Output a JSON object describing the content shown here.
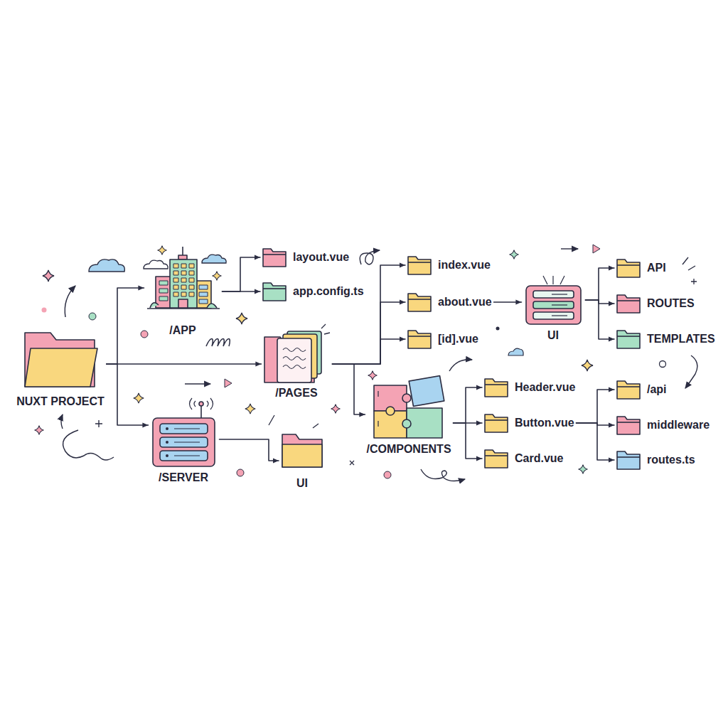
{
  "diagram": {
    "nodes": [
      {
        "text": [
          "NUXT PROJECT"
        ]
      },
      {
        "text": [
          "/APP"
        ]
      },
      {
        "text": [
          "layout.vue"
        ]
      },
      {
        "text": [
          "app.config.ts"
        ]
      },
      {
        "text": [
          "/PAGES"
        ]
      },
      {
        "text": [
          "/SERVER"
        ]
      },
      {
        "text": [
          "UI"
        ]
      },
      {
        "text": [
          "index.vue"
        ]
      },
      {
        "text": [
          "about.vue"
        ]
      },
      {
        "text": [
          "[id].vue"
        ]
      },
      {
        "text": [
          "UI"
        ]
      },
      {
        "text": [
          "API"
        ]
      },
      {
        "text": [
          "ROUTES"
        ]
      },
      {
        "text": [
          "TEMPLATES"
        ]
      },
      {
        "text": [
          "/COMPONENTS"
        ]
      },
      {
        "text": [
          "Header.vue"
        ]
      },
      {
        "text": [
          "Button.vue"
        ]
      },
      {
        "text": [
          "Card.vue"
        ]
      },
      {
        "text": [
          "/api"
        ]
      },
      {
        "text": [
          "middleware"
        ]
      },
      {
        "text": [
          "routes.ts"
        ]
      }
    ],
    "edges": [
      {
        "from": 0,
        "to": 1,
        "arrow": "to"
      },
      {
        "from": 0,
        "to": 4,
        "arrow": "to"
      },
      {
        "from": 0,
        "to": 5,
        "arrow": "to"
      },
      {
        "from": 1,
        "to": 2,
        "arrow": "to"
      },
      {
        "from": 1,
        "to": 3,
        "arrow": "to"
      },
      {
        "from": 5,
        "to": 6,
        "arrow": "to"
      },
      {
        "from": 4,
        "to": 7,
        "arrow": "to"
      },
      {
        "from": 4,
        "to": 8,
        "arrow": "to"
      },
      {
        "from": 4,
        "to": 9,
        "arrow": "to"
      },
      {
        "from": 4,
        "to": 14,
        "arrow": "to"
      },
      {
        "from": 8,
        "to": 10,
        "arrow": "to"
      },
      {
        "from": 10,
        "to": 11,
        "arrow": "to"
      },
      {
        "from": 10,
        "to": 12,
        "arrow": "to"
      },
      {
        "from": 10,
        "to": 13,
        "arrow": "to"
      },
      {
        "from": 14,
        "to": 15,
        "arrow": "to"
      },
      {
        "from": 14,
        "to": 16,
        "arrow": "to"
      },
      {
        "from": 14,
        "to": 17,
        "arrow": "to"
      },
      {
        "from": 16,
        "to": 18,
        "arrow": "to"
      },
      {
        "from": 16,
        "to": 19,
        "arrow": "to"
      },
      {
        "from": 16,
        "to": 20,
        "arrow": "to"
      }
    ]
  }
}
